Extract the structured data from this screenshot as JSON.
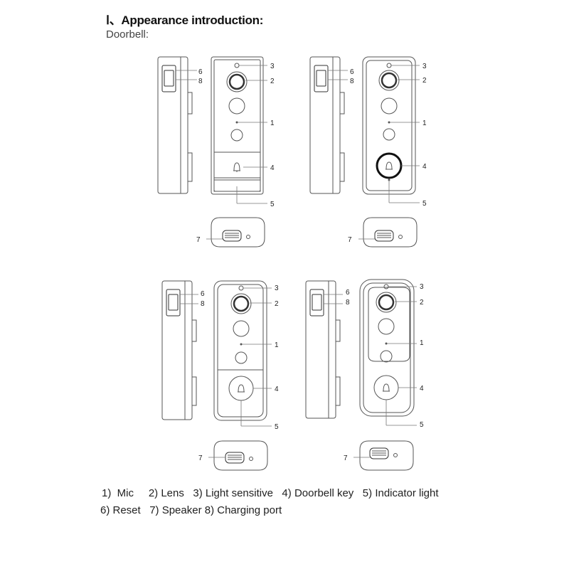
{
  "heading": "Ⅰ、Appearance introduction:",
  "subheading": "Doorbell:",
  "callout_numbers": [
    "1",
    "2",
    "3",
    "4",
    "5",
    "6",
    "7",
    "8"
  ],
  "legend": {
    "line1": "1)  Mic     2) Lens   3) Light sensitive   4) Doorbell key   5) Indicator light",
    "line2": "6) Reset   7) Speaker 8) Charging port"
  }
}
